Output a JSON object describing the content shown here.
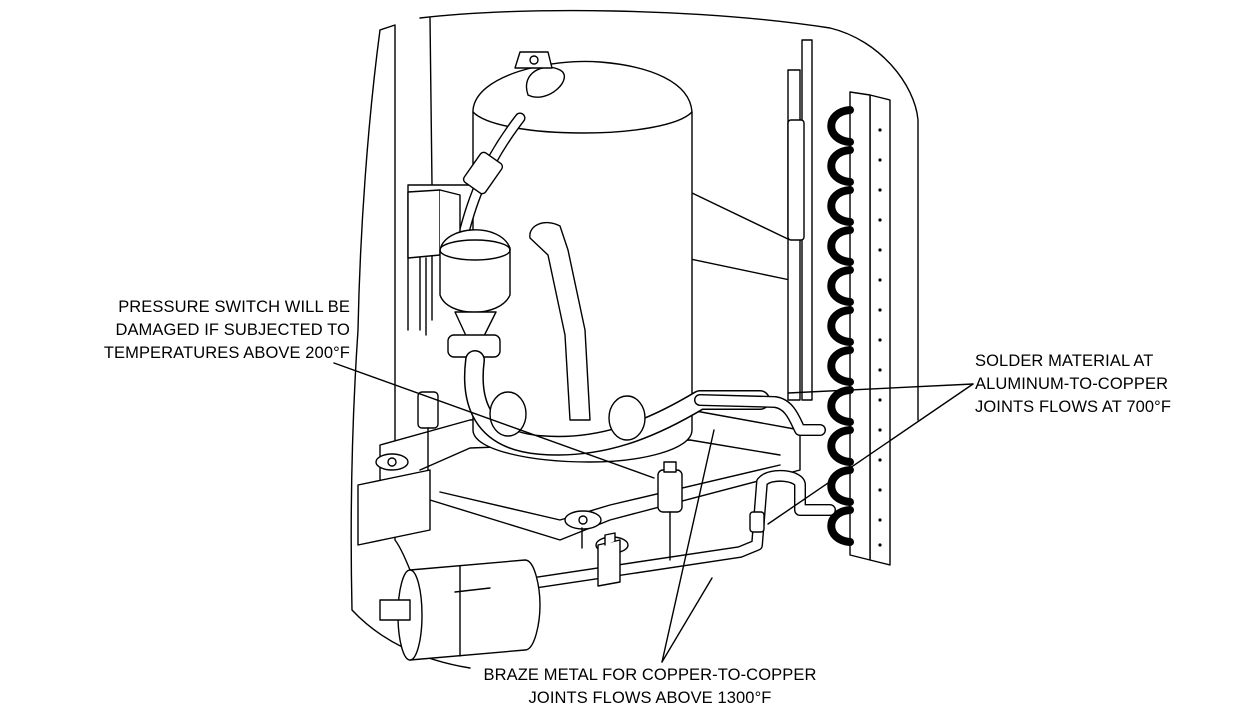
{
  "callouts": {
    "pressure_switch": {
      "lines": [
        "PRESSURE SWITCH WILL BE",
        "DAMAGED IF SUBJECTED TO",
        "TEMPERATURES ABOVE 200°F"
      ]
    },
    "solder": {
      "lines": [
        "SOLDER MATERIAL AT",
        "ALUMINUM-TO-COPPER",
        "JOINTS FLOWS AT 700°F"
      ]
    },
    "braze": {
      "lines": [
        "BRAZE METAL FOR COPPER-TO-COPPER",
        "JOINTS FLOWS ABOVE 1300°F"
      ]
    }
  },
  "colors": {
    "line": "#000000",
    "fill": "#ffffff"
  }
}
